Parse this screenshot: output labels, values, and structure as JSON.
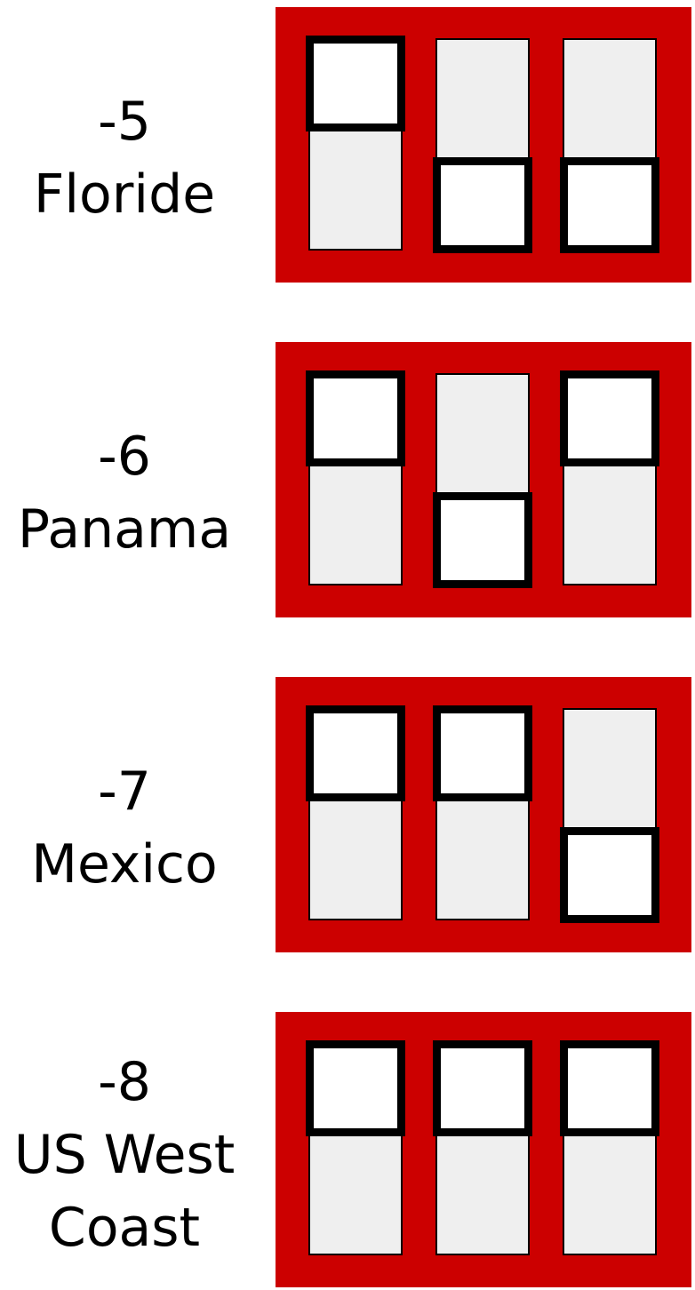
{
  "colors": {
    "panel": "#cc0000",
    "slot": "#efefef",
    "knob": "#ffffff",
    "outline": "#000000"
  },
  "zones": [
    {
      "offset": "-5",
      "name_lines": [
        "Floride"
      ],
      "switches": [
        "up",
        "down",
        "down"
      ]
    },
    {
      "offset": "-6",
      "name_lines": [
        "Panama"
      ],
      "switches": [
        "up",
        "down",
        "up"
      ]
    },
    {
      "offset": "-7",
      "name_lines": [
        "Mexico"
      ],
      "switches": [
        "up",
        "up",
        "down"
      ]
    },
    {
      "offset": "-8",
      "name_lines": [
        "US West",
        "Coast"
      ],
      "switches": [
        "up",
        "up",
        "up"
      ]
    }
  ]
}
